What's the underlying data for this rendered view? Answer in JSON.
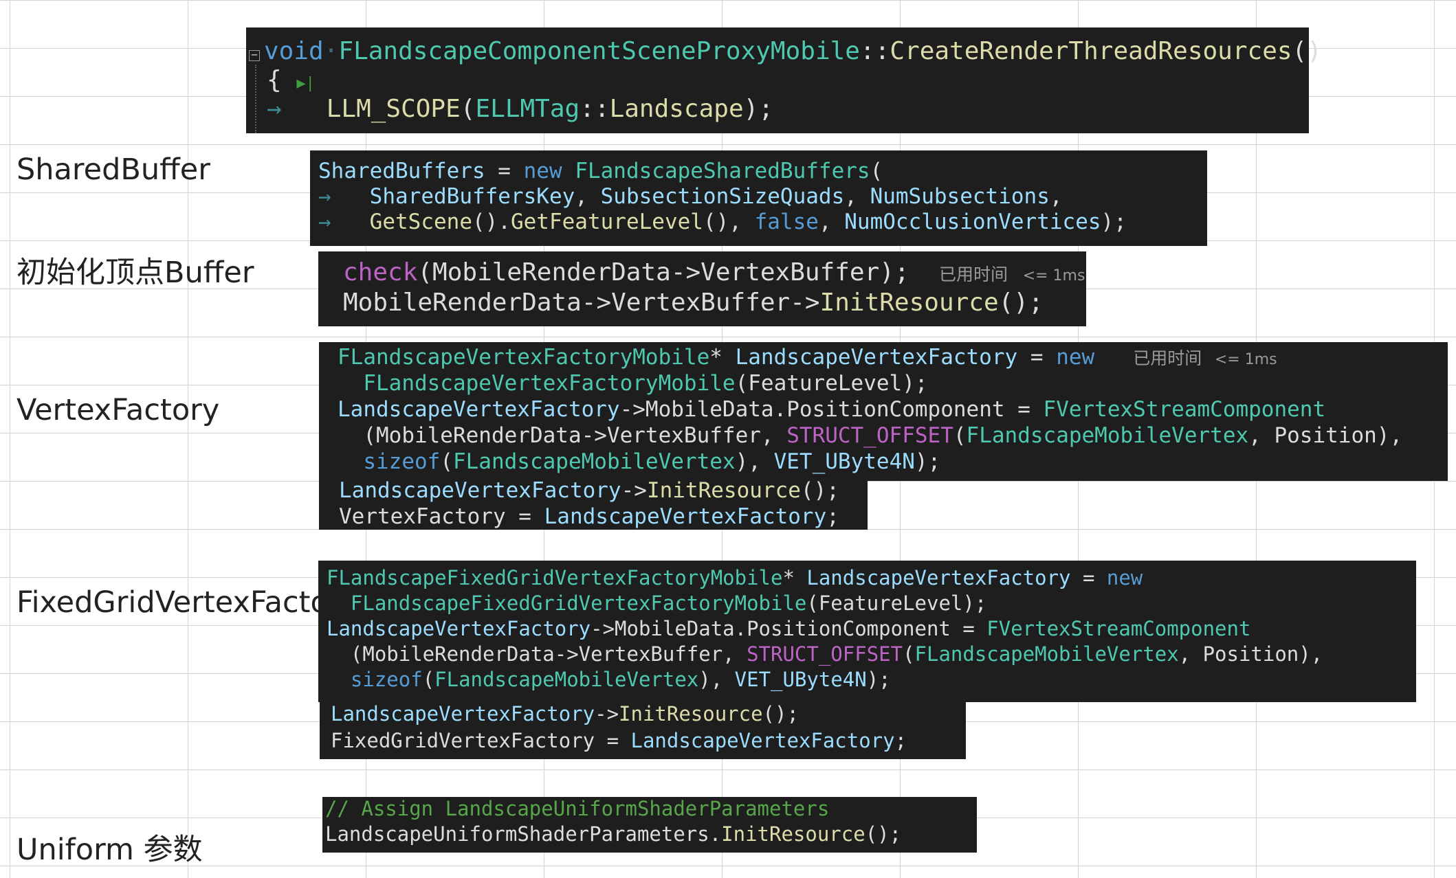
{
  "row_labels": {
    "shared_buffer": "SharedBuffer",
    "init_vertex_buffer": "初始化顶点Buffer",
    "vertex_factory": "VertexFactory",
    "fixed_grid_vertex_factory": "FixedGridVertexFactor",
    "uniform_params": "Uniform 参数"
  },
  "header_code": {
    "kw_void": "void",
    "class_name": "FLandscapeComponentSceneProxyMobile",
    "scope_op": "::",
    "method_name": "CreateRenderThreadResources",
    "parens": "()",
    "open_brace": "{",
    "play_marker": "▶|",
    "llm_scope": "LLM_SCOPE",
    "open_paren": "(",
    "ellm_tag": "ELLMTag",
    "landscape": "Landscape",
    "close_stmt": ");"
  },
  "shared_buffer_code": {
    "l1_var": "SharedBuffers",
    "l1_assign": " = ",
    "l1_new": "new",
    "l1_type": "FLandscapeSharedBuffers",
    "l1_paren": "(",
    "l2_arrow": "→",
    "l2_a": "SharedBuffersKey",
    "l2_comma1": ", ",
    "l2_b": "SubsectionSizeQuads",
    "l2_comma2": ", ",
    "l2_c": "NumSubsections",
    "l2_comma3": ",",
    "l3_arrow": "→",
    "l3_fn1": "GetScene",
    "l3_p1": "().",
    "l3_fn2": "GetFeatureLevel",
    "l3_p2": "(), ",
    "l3_false": "false",
    "l3_comma": ", ",
    "l3_var": "NumOcclusionVertices",
    "l3_end": ");"
  },
  "init_buffer_code": {
    "l1_check": "check",
    "l1_args": "(MobileRenderData->VertexBuffer);",
    "l1_annot": "已用时间",
    "l1_annot_val": "<= 1ms",
    "l2_prefix": "MobileRenderData->VertexBuffer->",
    "l2_fn": "InitResource",
    "l2_end": "();"
  },
  "vertex_factory_code": {
    "l1_type": "FLandscapeVertexFactoryMobile",
    "l1_star": "* ",
    "l1_var": "LandscapeVertexFactory",
    "l1_assign": " = ",
    "l1_new": "new",
    "l1_annot": "已用时间",
    "l1_annot_val": "<= 1ms",
    "l2_type": "FLandscapeVertexFactoryMobile",
    "l2_args": "(FeatureLevel);",
    "l3_var": "LandscapeVertexFactory",
    "l3_member": "->MobileData.PositionComponent",
    "l3_assign": " = ",
    "l3_type": "FVertexStreamComponent",
    "l4_args": "(MobileRenderData->VertexBuffer, ",
    "l4_macro": "STRUCT_OFFSET",
    "l4_paren": "(",
    "l4_type": "FLandscapeMobileVertex",
    "l4_rest": ", Position),",
    "l5_kw": "sizeof",
    "l5_paren": "(",
    "l5_type": "FLandscapeMobileVertex",
    "l5_rest": "), ",
    "l5_fmt": "VET_UByte4N",
    "l5_end": ");",
    "l6_var": "LandscapeVertexFactory",
    "l6_arrow": "->",
    "l6_fn": "InitResource",
    "l6_end": "();",
    "l7_lhs": "VertexFactory",
    "l7_assign": " = ",
    "l7_rhs": "LandscapeVertexFactory",
    "l7_end": ";"
  },
  "fixed_grid_code": {
    "l1_type": "FLandscapeFixedGridVertexFactoryMobile",
    "l1_star": "* ",
    "l1_var": "LandscapeVertexFactory",
    "l1_assign": " = ",
    "l1_new": "new",
    "l2_type": "FLandscapeFixedGridVertexFactoryMobile",
    "l2_args": "(FeatureLevel);",
    "l3_var": "LandscapeVertexFactory",
    "l3_member": "->MobileData.PositionComponent",
    "l3_assign": " = ",
    "l3_type": "FVertexStreamComponent",
    "l4_args": "(MobileRenderData->VertexBuffer, ",
    "l4_macro": "STRUCT_OFFSET",
    "l4_paren": "(",
    "l4_type": "FLandscapeMobileVertex",
    "l4_rest": ", Position),",
    "l5_kw": "sizeof",
    "l5_paren": "(",
    "l5_type": "FLandscapeMobileVertex",
    "l5_rest": "), ",
    "l5_fmt": "VET_UByte4N",
    "l5_end": ");",
    "l6_var": "LandscapeVertexFactory",
    "l6_arrow": "->",
    "l6_fn": "InitResource",
    "l6_end": "();",
    "l7_lhs": "FixedGridVertexFactory",
    "l7_assign": " = ",
    "l7_rhs": "LandscapeVertexFactory",
    "l7_end": ";"
  },
  "uniform_code": {
    "l1_comment": "// Assign LandscapeUniformShaderParameters",
    "l2_prefix": "LandscapeUniformShaderParameters.",
    "l2_fn": "InitResource",
    "l2_end": "();"
  }
}
